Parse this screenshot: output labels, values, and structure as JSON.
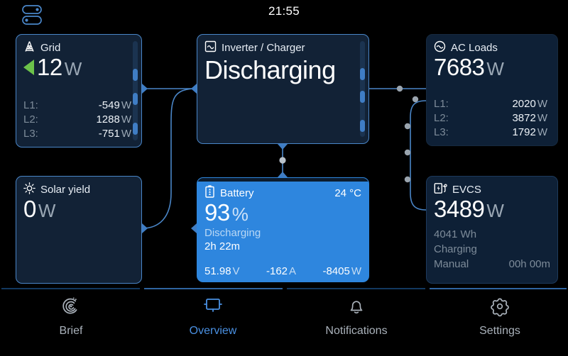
{
  "statusbar": {
    "time": "21:55",
    "menu_icon": "toggles-icon"
  },
  "cards": {
    "grid": {
      "title": "Grid",
      "icon": "power-pylon-icon",
      "value": "12",
      "unit": "W",
      "direction": "import-arrow-left",
      "direction_color": "#6cc24a",
      "phases": [
        {
          "label": "L1:",
          "value": "-549",
          "unit": "W"
        },
        {
          "label": "L2:",
          "value": "1288",
          "unit": "W"
        },
        {
          "label": "L3:",
          "value": "-751",
          "unit": "W"
        }
      ]
    },
    "inverter": {
      "title": "Inverter / Charger",
      "icon": "inverter-icon",
      "state": "Discharging"
    },
    "acloads": {
      "title": "AC Loads",
      "icon": "ac-sine-icon",
      "value": "7683",
      "unit": "W",
      "phases": [
        {
          "label": "L1:",
          "value": "2020",
          "unit": "W"
        },
        {
          "label": "L2:",
          "value": "3872",
          "unit": "W"
        },
        {
          "label": "L3:",
          "value": "1792",
          "unit": "W"
        }
      ]
    },
    "solar": {
      "title": "Solar yield",
      "icon": "sun-icon",
      "value": "0",
      "unit": "W"
    },
    "battery": {
      "title": "Battery",
      "icon": "battery-icon",
      "temperature": "24 °C",
      "value": "93",
      "unit": "%",
      "state": "Discharging",
      "time_remaining": "2h 22m",
      "voltage": "51.98",
      "voltage_unit": "V",
      "current": "-162",
      "current_unit": "A",
      "power": "-8405",
      "power_unit": "W",
      "accent": "#2e86de"
    },
    "evcs": {
      "title": "EVCS",
      "icon": "ev-charger-icon",
      "value": "3489",
      "unit": "W",
      "energy": "4041 Wh",
      "state": "Charging",
      "mode": "Manual",
      "duration": "00h 00m"
    }
  },
  "nav": {
    "items": [
      {
        "label": "Brief",
        "icon": "radar-icon",
        "active": false
      },
      {
        "label": "Overview",
        "icon": "display-icon",
        "active": true
      },
      {
        "label": "Notifications",
        "icon": "bell-icon",
        "active": false
      },
      {
        "label": "Settings",
        "icon": "gear-icon",
        "active": false
      }
    ],
    "active_color": "#4a90e2"
  }
}
